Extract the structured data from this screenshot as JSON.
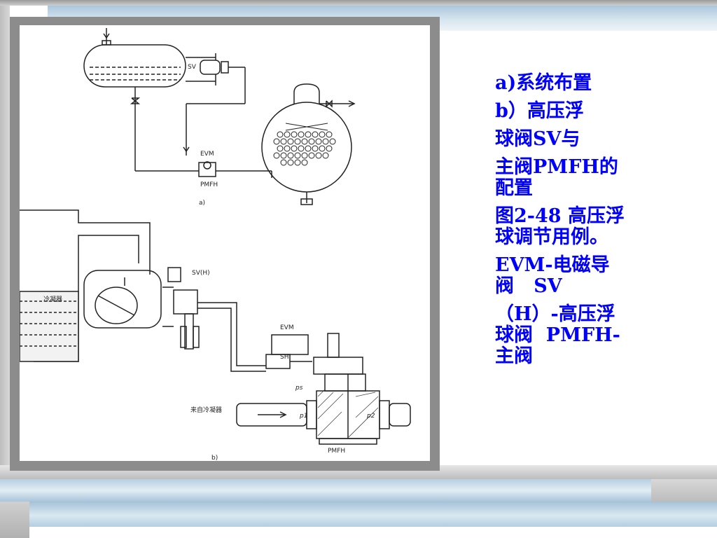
{
  "caption": {
    "lines": [
      "a)系统布置",
      "b）高压浮",
      "球阀SV与",
      "主阀PMFH的\n配置",
      "图2-48 高压浮\n球调节用例。",
      "EVM-电磁导\n阀   SV",
      "（H）-高压浮\n球阀  PMFH-\n主阀"
    ]
  },
  "figure": {
    "a": {
      "sv": "SV",
      "evm": "EVM",
      "pmfh": "PMFH",
      "sub": "a)"
    },
    "b": {
      "svh": "SV(H)",
      "condenser": "冷凝器",
      "evm": "EVM",
      "sh": "SH",
      "ps": "ps",
      "p1": "p1",
      "p2": "p2",
      "from_condenser": "来自冷凝器",
      "pmfh": "PMFH",
      "sub": "b)"
    }
  }
}
